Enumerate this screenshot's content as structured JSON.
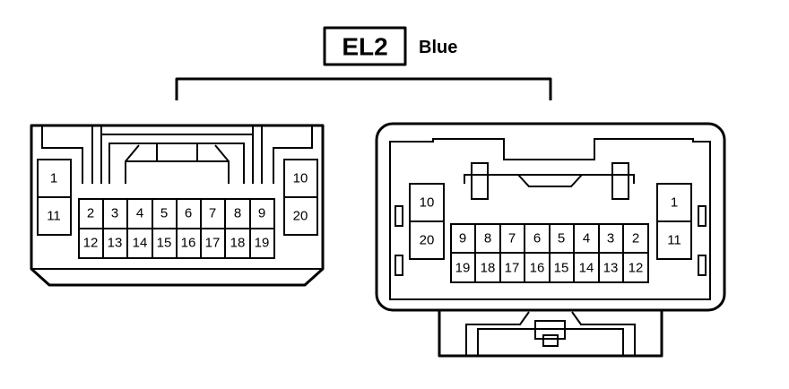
{
  "connector": {
    "code": "EL2",
    "color": "Blue"
  },
  "left_connector": {
    "side_left": [
      "1",
      "11"
    ],
    "side_right": [
      "10",
      "20"
    ],
    "top_row": [
      "2",
      "3",
      "4",
      "5",
      "6",
      "7",
      "8",
      "9"
    ],
    "bottom_row": [
      "12",
      "13",
      "14",
      "15",
      "16",
      "17",
      "18",
      "19"
    ]
  },
  "right_connector": {
    "side_left": [
      "10",
      "20"
    ],
    "side_right": [
      "1",
      "11"
    ],
    "top_row": [
      "9",
      "8",
      "7",
      "6",
      "5",
      "4",
      "3",
      "2"
    ],
    "bottom_row": [
      "19",
      "18",
      "17",
      "16",
      "15",
      "14",
      "13",
      "12"
    ]
  }
}
